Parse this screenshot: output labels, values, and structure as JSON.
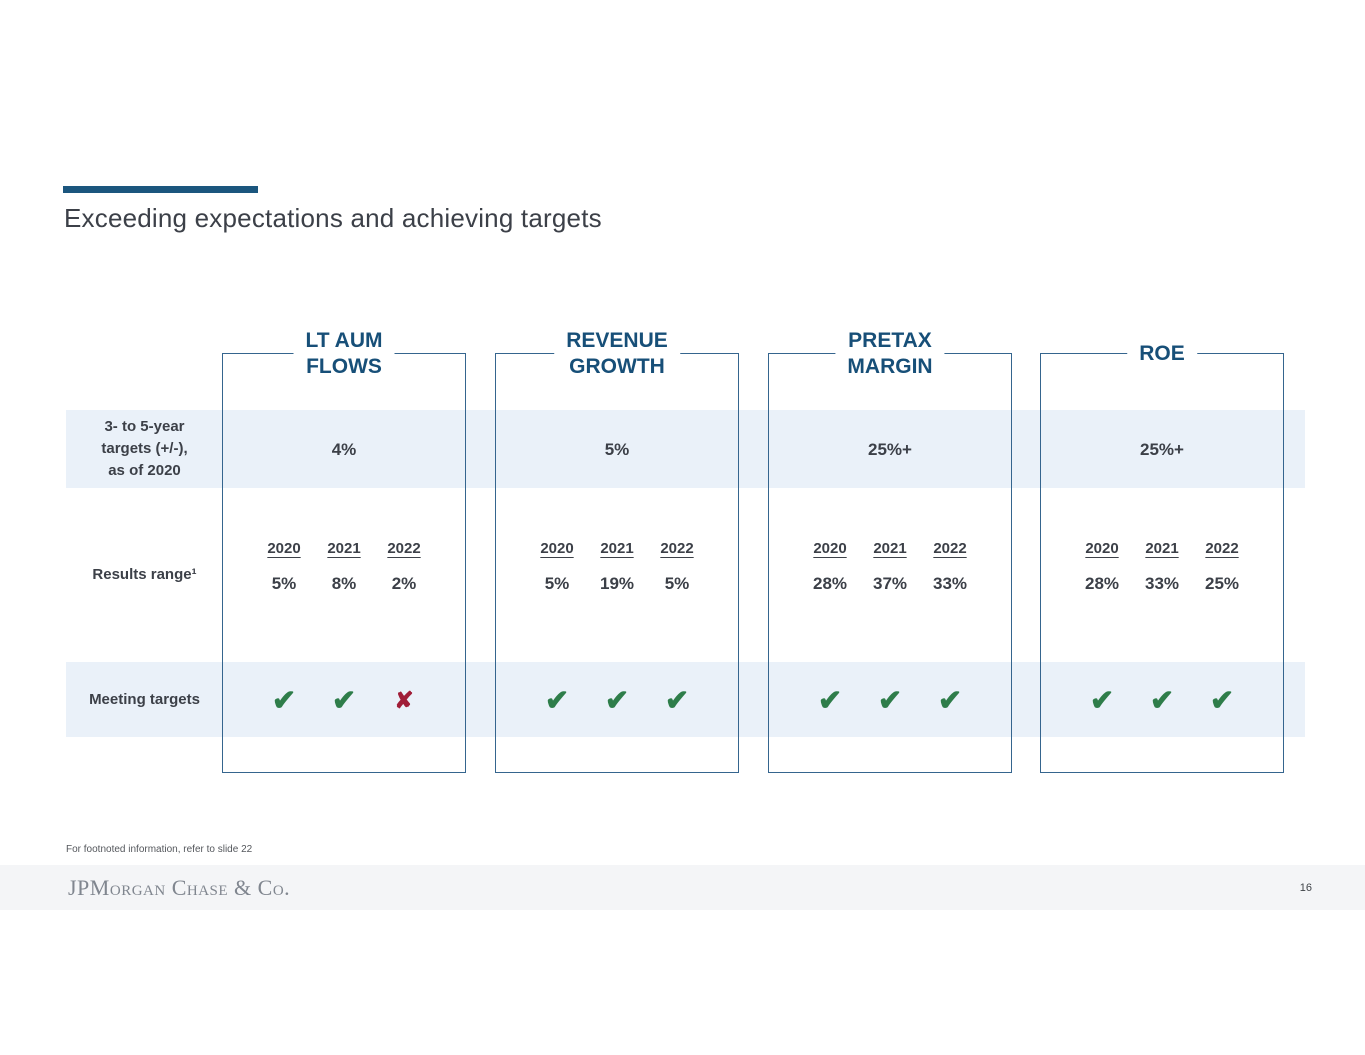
{
  "slide": {
    "title": "Exceeding expectations and achieving targets",
    "footnote": "For footnoted information, refer to slide 22",
    "page_number": "16",
    "logo_text": "JPMorgan Chase & Co."
  },
  "table": {
    "row_label_targets": "3- to 5-year\ntargets (+/-),\nas of 2020",
    "row_label_results": "Results range¹",
    "row_label_meeting": "Meeting targets"
  },
  "icons": {
    "check": "✔",
    "cross": "✘"
  },
  "colors": {
    "accent_blue": "#1B567E",
    "header_blue": "#174F78",
    "box_border_blue": "#35658E",
    "band_light_blue": "#EAF1F9",
    "text_dark": "#3C4048",
    "check_green": "#2E7D4A",
    "cross_red": "#A01D38",
    "footer_bg": "#F4F5F7",
    "logo_gray": "#80868F"
  },
  "chart_data": {
    "type": "table",
    "title": "Exceeding expectations and achieving targets",
    "years": [
      "2020",
      "2021",
      "2022"
    ],
    "row_labels": [
      "3- to 5-year targets (+/-), as of 2020",
      "Results range¹",
      "Meeting targets"
    ],
    "columns": [
      {
        "header": "LT AUM\nFLOWS",
        "target": "4%",
        "results": [
          "5%",
          "8%",
          "2%"
        ],
        "meeting": [
          "check",
          "check",
          "cross"
        ]
      },
      {
        "header": "REVENUE\nGROWTH",
        "target": "5%",
        "results": [
          "5%",
          "19%",
          "5%"
        ],
        "meeting": [
          "check",
          "check",
          "check"
        ]
      },
      {
        "header": "PRETAX\nMARGIN",
        "target": "25%+",
        "results": [
          "28%",
          "37%",
          "33%"
        ],
        "meeting": [
          "check",
          "check",
          "check"
        ]
      },
      {
        "header": "ROE",
        "target": "25%+",
        "results": [
          "28%",
          "33%",
          "25%"
        ],
        "meeting": [
          "check",
          "check",
          "check"
        ]
      }
    ]
  }
}
